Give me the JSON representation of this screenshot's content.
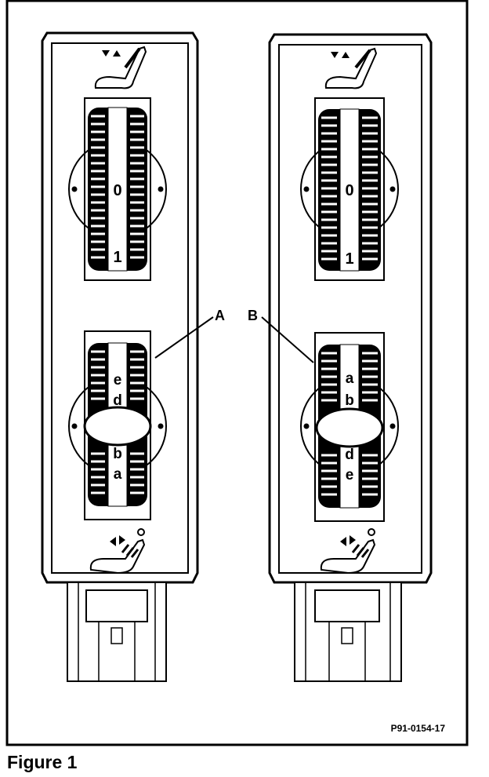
{
  "figure": {
    "caption": "Figure 1",
    "code": "P91-0154-17",
    "callouts": [
      "A",
      "B"
    ]
  },
  "switches": [
    {
      "top_wheel": {
        "upper_mark": "0",
        "lower_mark": "1"
      },
      "bottom_wheel": {
        "upper_marks": [
          "e",
          "d"
        ],
        "lower_marks": [
          "b",
          "a"
        ]
      }
    },
    {
      "top_wheel": {
        "upper_mark": "0",
        "lower_mark": "1"
      },
      "bottom_wheel": {
        "upper_marks": [
          "a",
          "b"
        ],
        "lower_marks": [
          "d",
          "e"
        ]
      }
    }
  ]
}
